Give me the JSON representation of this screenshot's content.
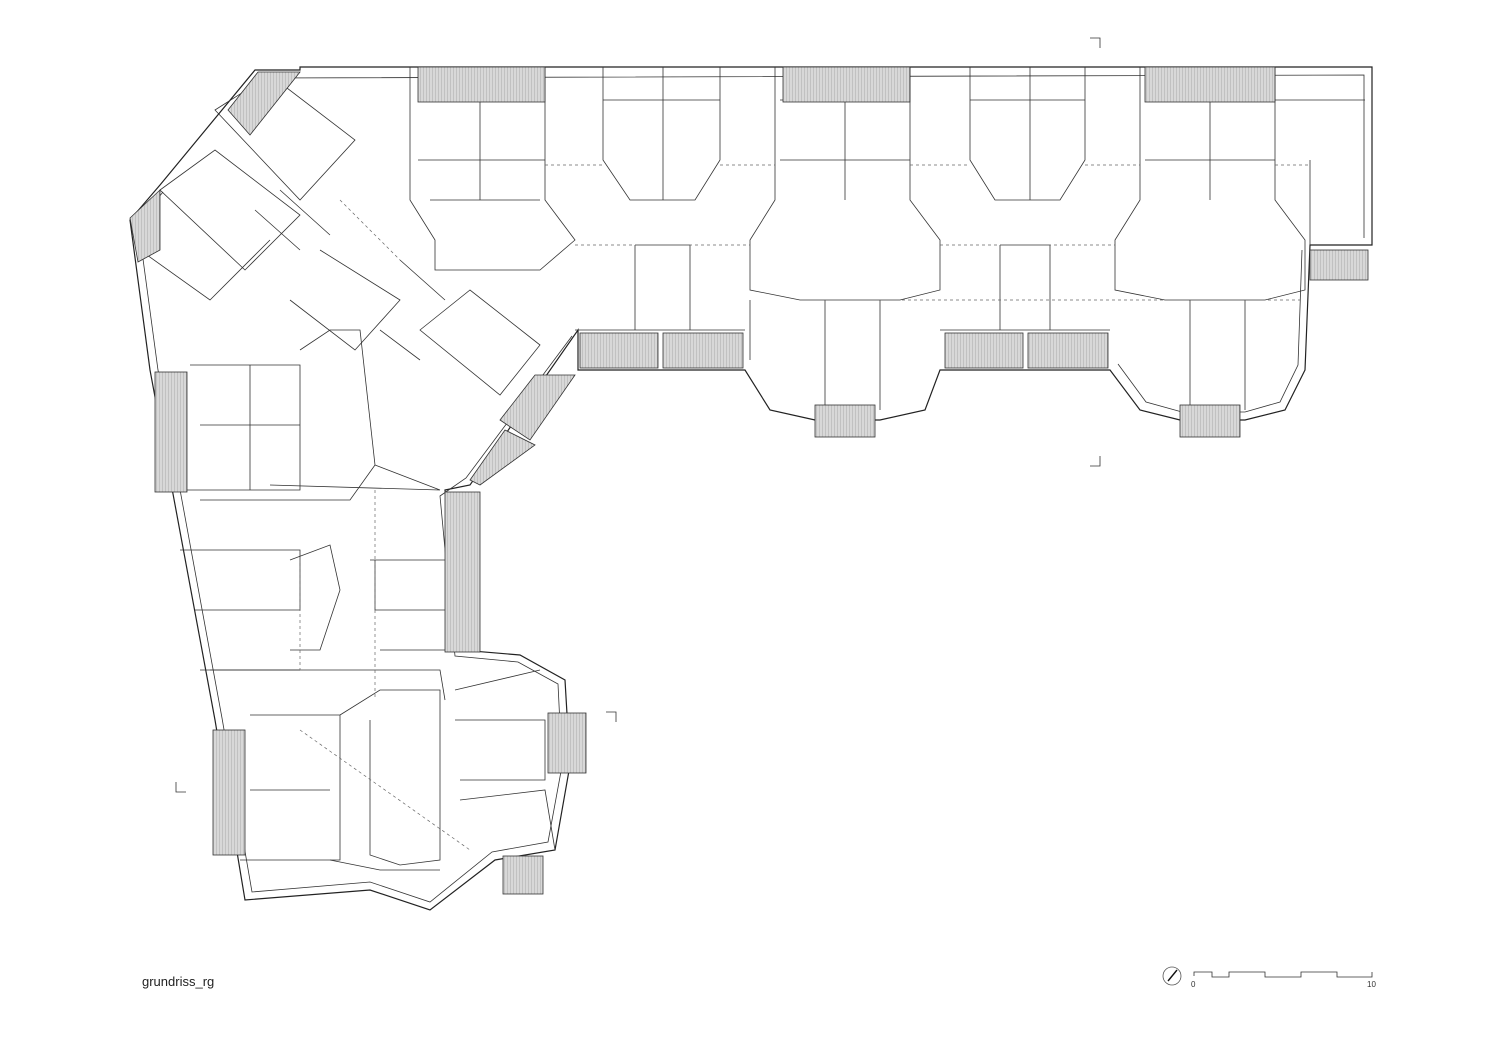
{
  "drawing": {
    "title": "grundriss_rg",
    "scale_bar": {
      "start_label": "0",
      "end_label": "10"
    },
    "north_arrow": "north-arrow-icon"
  }
}
